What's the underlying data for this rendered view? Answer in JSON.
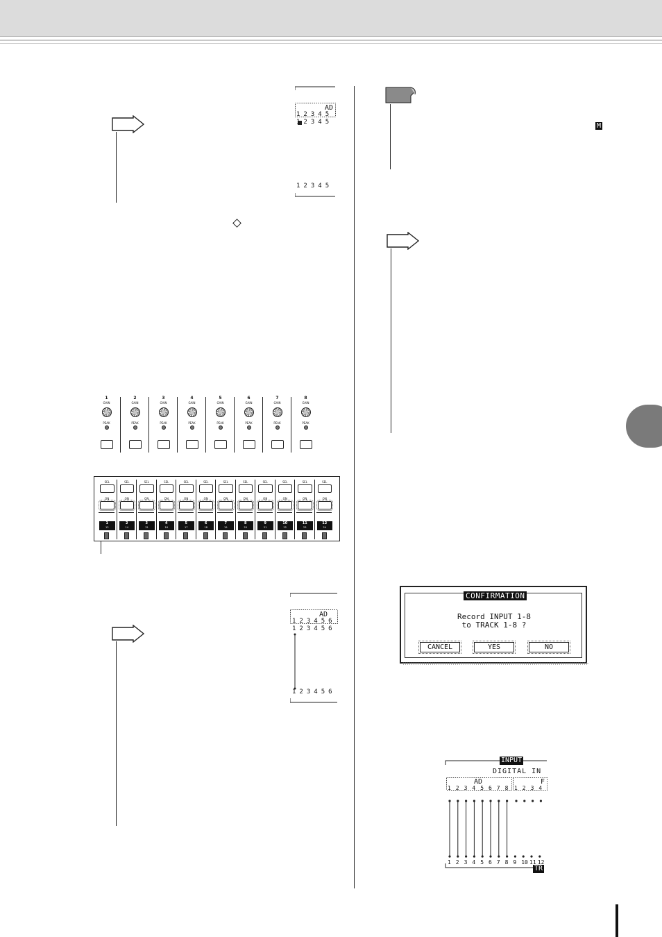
{
  "lcd_top": {
    "group": "AD",
    "channels": [
      "1",
      "2",
      "3",
      "4",
      "5"
    ],
    "tracks": [
      "1",
      "2",
      "3",
      "4",
      "5"
    ]
  },
  "lcd_middle": {
    "group": "AD",
    "channels": [
      "1",
      "2",
      "3",
      "4",
      "5",
      "6"
    ],
    "tracks": [
      "1",
      "2",
      "3",
      "4",
      "5",
      "6"
    ]
  },
  "mixer_top": {
    "channels": [
      "1",
      "2",
      "3",
      "4",
      "5",
      "6",
      "7",
      "8"
    ],
    "gain_label": "GAIN",
    "peak_label": "PEAK"
  },
  "mixer_bottom": {
    "sel_label": "SEL",
    "on_label": "ON",
    "channels": [
      {
        "num": "1",
        "sub": "13"
      },
      {
        "num": "2",
        "sub": "14"
      },
      {
        "num": "3",
        "sub": "15"
      },
      {
        "num": "4",
        "sub": "16"
      },
      {
        "num": "5",
        "sub": "17"
      },
      {
        "num": "6",
        "sub": "18"
      },
      {
        "num": "7",
        "sub": "19"
      },
      {
        "num": "8",
        "sub": "20"
      },
      {
        "num": "9",
        "sub": "21"
      },
      {
        "num": "10",
        "sub": "22"
      },
      {
        "num": "11",
        "sub": "23"
      },
      {
        "num": "12",
        "sub": "24"
      }
    ]
  },
  "confirmation": {
    "title": "CONFIRMATION",
    "line1": "Record INPUT 1-8",
    "line2": "to TRACK 1-8 ?",
    "cancel": "CANCEL",
    "yes": "YES",
    "no": "NO"
  },
  "routing": {
    "input_label": "INPUT",
    "digital_label": "DIGITAL IN",
    "group": "AD",
    "group_right": "F",
    "inputs": [
      "1",
      "2",
      "3",
      "4",
      "5",
      "6",
      "7",
      "8"
    ],
    "inputs_right": [
      "1",
      "2",
      "3",
      "4"
    ],
    "tracks": [
      "1",
      "2",
      "3",
      "4",
      "5",
      "6",
      "7",
      "8",
      "9",
      "10",
      "11",
      "12"
    ],
    "tr_label": "TR"
  },
  "note_icon_letter": "M",
  "colors": {
    "header": "#dcdcdc",
    "tab": "#7a7a7a"
  }
}
